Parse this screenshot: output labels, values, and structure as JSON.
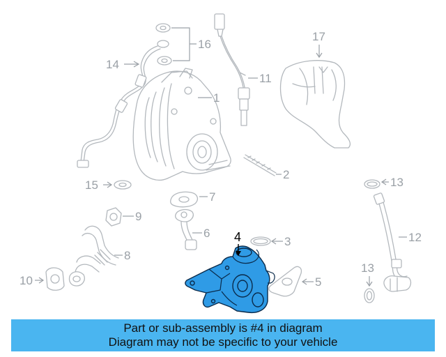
{
  "callouts": {
    "c1": "1",
    "c2": "2",
    "c3": "3",
    "c4": "4",
    "c5": "5",
    "c6": "6",
    "c7": "7",
    "c8": "8",
    "c9": "9",
    "c10": "10",
    "c11": "11",
    "c12": "12",
    "c13a": "13",
    "c13b": "13",
    "c14": "14",
    "c15": "15",
    "c16": "16",
    "c17": "17"
  },
  "highlight": {
    "part_number": "4",
    "color": "#2f9be6"
  },
  "banner": {
    "line1": "Part or sub-assembly is #4 in diagram",
    "line2": "Diagram may not be specific to your vehicle",
    "color": "#4ab5f0"
  }
}
